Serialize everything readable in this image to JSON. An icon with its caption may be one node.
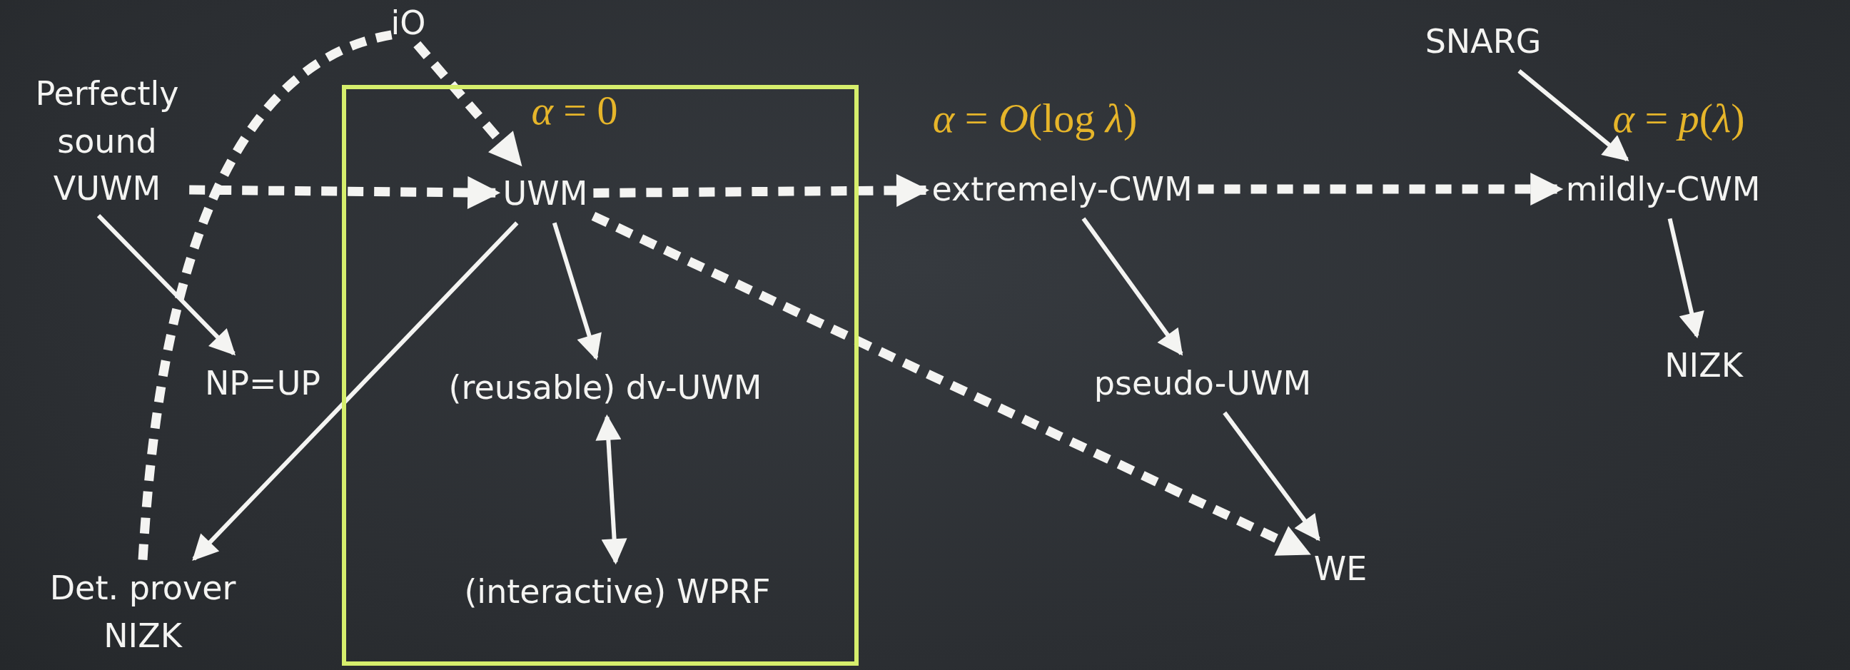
{
  "diagram": {
    "nodes": [
      {
        "text": [
          "Perfectly sound VUWM"
        ]
      },
      {
        "text": [
          "iO"
        ]
      },
      {
        "text": [],
        "shape": "box"
      },
      {
        "text": [
          "UWM"
        ],
        "in": 2
      },
      {
        "text": [
          "extremely-CWM"
        ]
      },
      {
        "text": [
          "SNARG"
        ]
      },
      {
        "text": [
          "mildly-CWM"
        ]
      },
      {
        "text": [
          "NP=UP"
        ]
      },
      {
        "text": [
          "(reusable) dv-UWM"
        ],
        "in": 2
      },
      {
        "text": [
          "pseudo-UWM"
        ]
      },
      {
        "text": [
          "NIZK"
        ]
      },
      {
        "text": [
          "Det. prover NIZK"
        ]
      },
      {
        "text": [
          "(interactive) WPRF"
        ],
        "in": 2
      },
      {
        "text": [
          "WE"
        ]
      }
    ],
    "edges": [
      {
        "from": 0,
        "to": 3,
        "arrow": "to",
        "style": "dashed"
      },
      {
        "from": 1,
        "to": 3,
        "arrow": "to",
        "style": "dashed"
      },
      {
        "from": 3,
        "to": 4,
        "arrow": "to",
        "style": "dashed"
      },
      {
        "from": 4,
        "to": 6,
        "arrow": "to",
        "style": "dashed"
      },
      {
        "from": 5,
        "to": 6,
        "arrow": "to"
      },
      {
        "from": 0,
        "to": 7,
        "arrow": "to"
      },
      {
        "from": 3,
        "to": 11,
        "arrow": "to"
      },
      {
        "from": 3,
        "to": 8,
        "arrow": "to"
      },
      {
        "from": 3,
        "to": 13,
        "arrow": "to",
        "style": "dashed"
      },
      {
        "from": 11,
        "to": 1,
        "arrow": "none",
        "style": "dashed"
      },
      {
        "from": 8,
        "to": 12,
        "arrow": "both"
      },
      {
        "from": 4,
        "to": 9,
        "arrow": "to"
      },
      {
        "from": 9,
        "to": 13,
        "arrow": "to"
      },
      {
        "from": 6,
        "to": 10,
        "arrow": "to"
      }
    ],
    "labels": [
      "*α* = 0",
      "*α* = *O*(log *λ*)",
      "*α* = *p*(*λ*)"
    ]
  }
}
